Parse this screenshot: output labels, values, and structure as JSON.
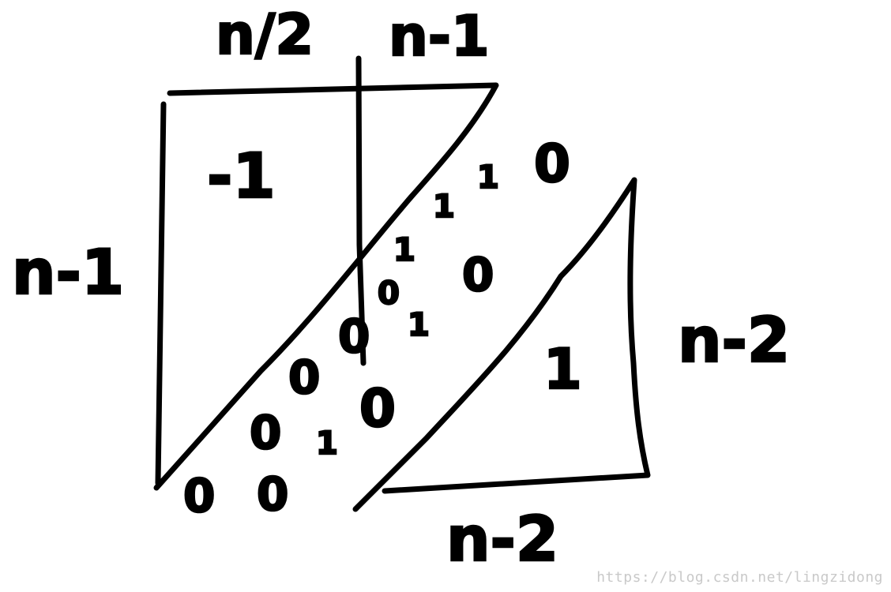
{
  "labels": {
    "top_left": "n/2",
    "top_right": "n-1",
    "left": "n-1",
    "right": "n-2",
    "bottom": "n-2"
  },
  "region_values": {
    "upper_left_block": "-1",
    "right_triangle": "1"
  },
  "diagonal_band_values": {
    "upper_group": [
      "1",
      "1",
      "0"
    ],
    "middle_group": [
      "0",
      "1",
      "0"
    ],
    "lower_group": [
      "0",
      "1",
      "0",
      "0",
      "1",
      "0",
      "0",
      "0"
    ]
  },
  "watermark": "https://blog.csdn.net/lingzidong"
}
